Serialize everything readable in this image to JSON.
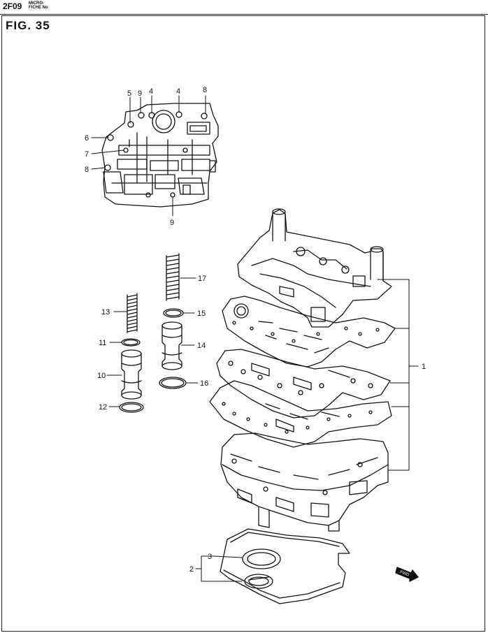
{
  "header": {
    "code": "2F09",
    "micro_line1": "MICRO-",
    "micro_line2": "FICHE No"
  },
  "figure": {
    "title": "FIG.  35"
  },
  "callouts": {
    "n1": "1",
    "n2": "2",
    "n3": "3",
    "n4a": "4",
    "n4b": "4",
    "n5": "5",
    "n6": "6",
    "n7": "7",
    "n8a": "8",
    "n8b": "8",
    "n9a": "9",
    "n9b": "9",
    "n10": "10",
    "n11": "11",
    "n12": "12",
    "n13": "13",
    "n14": "14",
    "n15": "15",
    "n16": "16",
    "n17": "17"
  },
  "fwd_label": "FWD"
}
